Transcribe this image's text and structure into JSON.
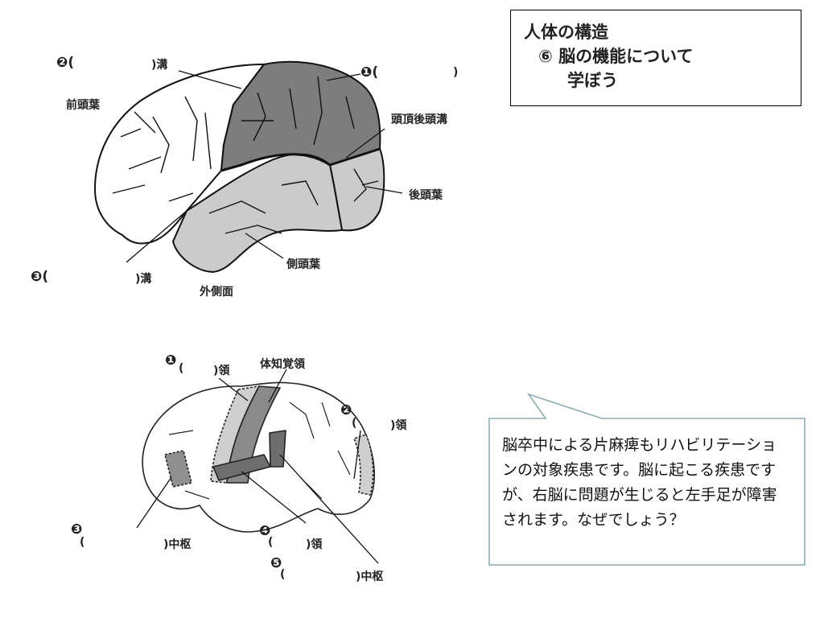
{
  "title": {
    "line1": "人体の構造",
    "line2": "⑥ 脳の機能について",
    "line3": "学ぼう"
  },
  "diagram_top": {
    "label_2": "❷(",
    "label_2_suffix": ")溝",
    "label_1": "❶(",
    "label_1_close": ")",
    "frontal": "前頭葉",
    "parieto_occipital": "頭頂後頭溝",
    "occipital": "後頭葉",
    "temporal": "側頭葉",
    "label_3": "❸(",
    "label_3_suffix": ")溝",
    "lateral_view": "外側面"
  },
  "diagram_bottom": {
    "label_1": "❶",
    "label_1_open": "(",
    "label_1_suffix": ")領",
    "somatosensory": "体知覚領",
    "label_2": "❷",
    "label_2_open": "(",
    "label_2_suffix": ")領",
    "label_3": "❸",
    "label_3_open": "(",
    "label_3_suffix": ")中枢",
    "label_4": "❹",
    "label_4_open": "(",
    "label_4_suffix": ")領",
    "label_5": "❺",
    "label_5_open": "(",
    "label_5_suffix": ")中枢"
  },
  "callout": {
    "text": "脳卒中による片麻痺もリハビリテーションの対象疾患です。脳に起こる疾患ですが、右脳に問題が生じると左手足が障害されます。なぜでしょう？"
  },
  "colors": {
    "dark_gray": "#7b7b7b",
    "light_gray": "#c9c9c9",
    "mid_gray": "#9a9a9a",
    "callout_border": "#8fa9b3"
  }
}
